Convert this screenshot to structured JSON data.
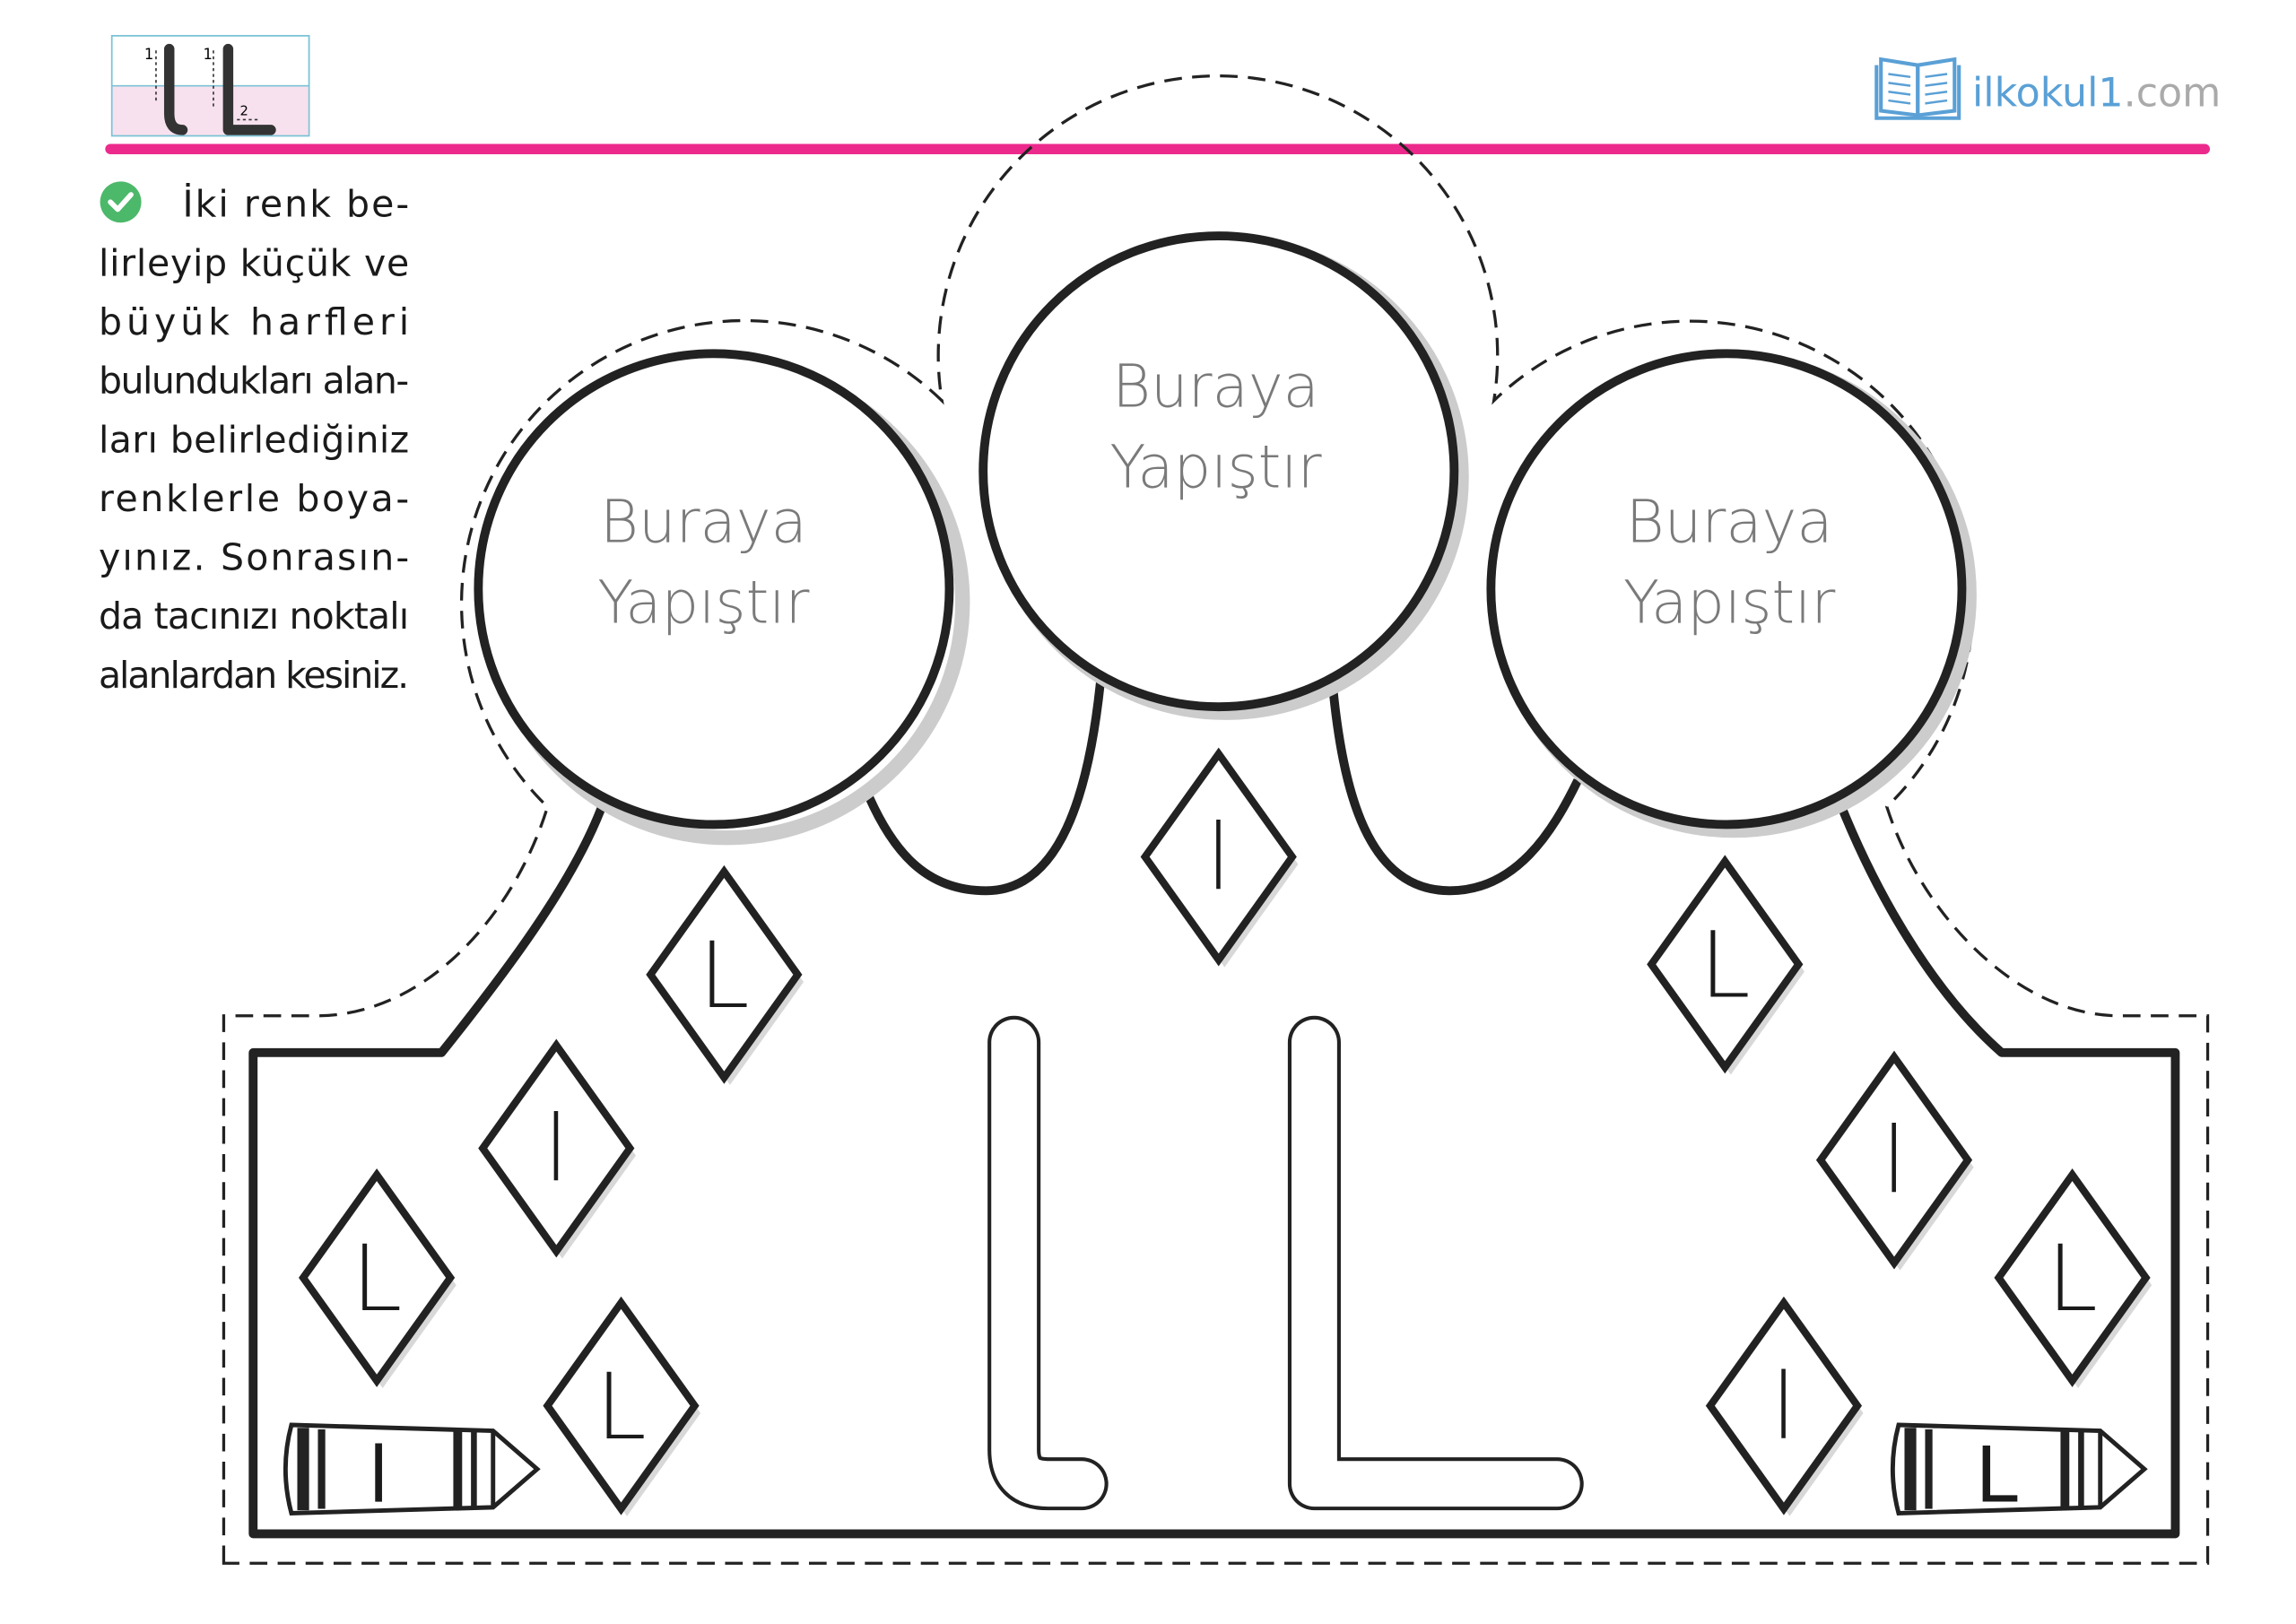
{
  "header": {
    "letter_card": {
      "lowercase": "l",
      "uppercase": "L",
      "stroke_numbers": [
        "1",
        "1",
        "2"
      ]
    },
    "brand": {
      "name": "ilkokul1",
      "suffix": ".com"
    },
    "accent_color": "#ec2a8c",
    "brand_color": "#5aa0d6"
  },
  "instructions": {
    "icon": "check-circle-icon",
    "lines": [
      "İki renk be-",
      "lirleyip küçük ve",
      "büyük harfleri",
      "bulundukları alan-",
      "ları belirlediğiniz",
      "renklerle boya-",
      "yınız. Sonrasın-",
      "da tacınızı noktalı",
      "alanlardan kesiniz."
    ]
  },
  "circles": [
    {
      "line1": "Buraya",
      "line2": "Yapıştır"
    },
    {
      "line1": "Buraya",
      "line2": "Yapıştır"
    },
    {
      "line1": "Buraya",
      "line2": "Yapıştır"
    }
  ],
  "diamonds": [
    "L",
    "l",
    "L",
    "L",
    "l",
    "L",
    "l",
    "L",
    "l"
  ],
  "big_letters": {
    "lowercase": "l",
    "uppercase": "L"
  },
  "crayons": [
    "l",
    "L"
  ]
}
